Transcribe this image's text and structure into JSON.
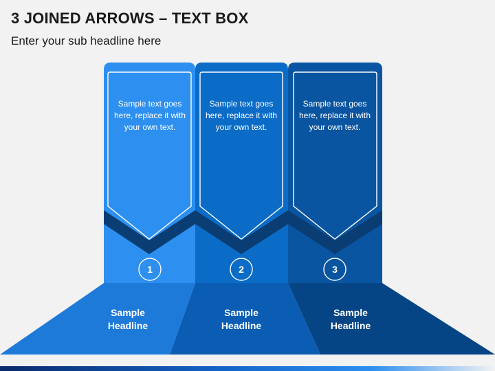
{
  "title": "3 JOINED ARROWS – TEXT BOX",
  "subtitle": "Enter your sub headline here",
  "colors": {
    "panel_1": "#2d8ff0",
    "panel_2": "#0b6cc8",
    "panel_3": "#0a55a1",
    "base_1": "#1e7ad9",
    "base_2": "#0a5db3",
    "base_3": "#064585",
    "chevron_shadow": "#0a3d73",
    "background": "#f2f2f2"
  },
  "items": [
    {
      "number": "1",
      "text": "Sample text goes here, replace it with your own text.",
      "headline_line1": "Sample",
      "headline_line2": "Headline"
    },
    {
      "number": "2",
      "text": "Sample text goes here, replace it with your own text.",
      "headline_line1": "Sample",
      "headline_line2": "Headline"
    },
    {
      "number": "3",
      "text": "Sample text goes here, replace it with your own text.",
      "headline_line1": "Sample",
      "headline_line2": "Headline"
    }
  ]
}
